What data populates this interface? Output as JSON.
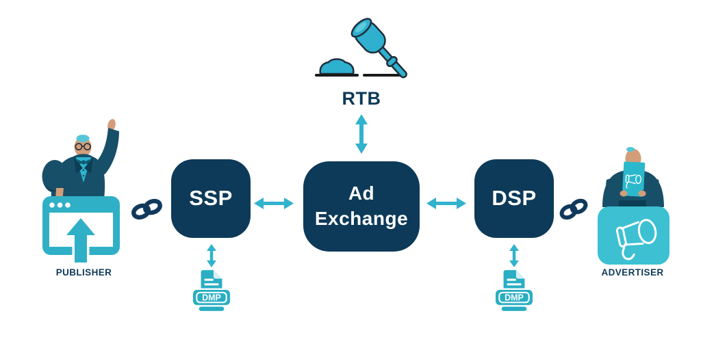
{
  "rtb": {
    "label": "RTB",
    "icon": "gavel-icon"
  },
  "nodes": {
    "ssp": {
      "label": "SSP"
    },
    "ad_exchange": {
      "label": "Ad Exchange"
    },
    "dsp": {
      "label": "DSP"
    }
  },
  "actors": {
    "publisher": {
      "label": "PUBLISHER",
      "icon": "browser-upload-icon"
    },
    "advertiser": {
      "label": "ADVERTISER",
      "icon": "megaphone-icon"
    }
  },
  "dmp": {
    "left": {
      "label": "DMP",
      "icon": "document-file-icon"
    },
    "right": {
      "label": "DMP",
      "icon": "document-file-icon"
    }
  },
  "connections": [
    {
      "from": "PUBLISHER",
      "to": "SSP",
      "connector": "chain-link-icon"
    },
    {
      "from": "SSP",
      "to": "Ad Exchange",
      "connector": "double-arrow"
    },
    {
      "from": "RTB",
      "to": "Ad Exchange",
      "connector": "double-arrow"
    },
    {
      "from": "Ad Exchange",
      "to": "DSP",
      "connector": "double-arrow"
    },
    {
      "from": "SSP",
      "to": "DMP",
      "connector": "double-arrow"
    },
    {
      "from": "DSP",
      "to": "DMP",
      "connector": "double-arrow"
    },
    {
      "from": "DSP",
      "to": "ADVERTISER",
      "connector": "chain-link-icon"
    }
  ],
  "colors": {
    "navy": "#0d3a58",
    "teal_arrow": "#31b2cd",
    "teal_icon": "#29aec3",
    "teal_light": "#3cc0d2",
    "suit_teal": "#174f68",
    "skin": "#d39d78",
    "white": "#ffffff"
  }
}
